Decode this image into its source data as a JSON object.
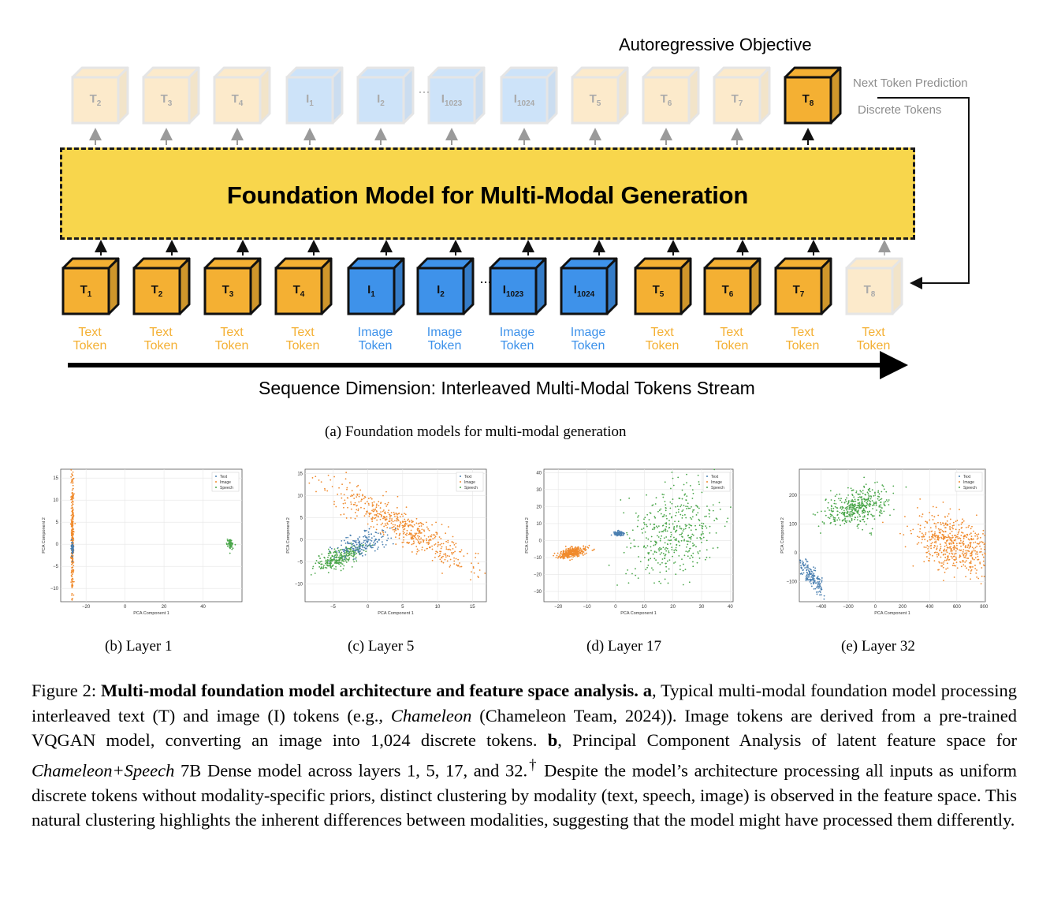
{
  "diagram": {
    "objective_title": "Autoregressive Objective",
    "next_token_label": "Next Token Prediction",
    "discrete_tokens_label": "Discrete Tokens",
    "foundation_model_label": "Foundation Model for Multi-Modal Generation",
    "sequence_label": "Sequence Dimension: Interleaved Multi-Modal Tokens Stream",
    "colors": {
      "text_token": "#f4b033",
      "image_token": "#3e92ea",
      "model": "#f8d64c"
    },
    "output_tokens": [
      {
        "base": "T",
        "sub": "2",
        "kind": "text",
        "faded": true
      },
      {
        "base": "T",
        "sub": "3",
        "kind": "text",
        "faded": true
      },
      {
        "base": "T",
        "sub": "4",
        "kind": "text",
        "faded": true
      },
      {
        "base": "I",
        "sub": "1",
        "kind": "image",
        "faded": true
      },
      {
        "base": "I",
        "sub": "2",
        "kind": "image",
        "faded": true
      },
      {
        "base": "I",
        "sub": "1023",
        "kind": "image",
        "faded": true
      },
      {
        "base": "I",
        "sub": "1024",
        "kind": "image",
        "faded": true
      },
      {
        "base": "T",
        "sub": "5",
        "kind": "text",
        "faded": true
      },
      {
        "base": "T",
        "sub": "6",
        "kind": "text",
        "faded": true
      },
      {
        "base": "T",
        "sub": "7",
        "kind": "text",
        "faded": true
      },
      {
        "base": "T",
        "sub": "8",
        "kind": "text",
        "faded": false
      }
    ],
    "input_tokens": [
      {
        "base": "T",
        "sub": "1",
        "kind": "text",
        "label": [
          "Text",
          "Token"
        ],
        "faded": false
      },
      {
        "base": "T",
        "sub": "2",
        "kind": "text",
        "label": [
          "Text",
          "Token"
        ],
        "faded": false
      },
      {
        "base": "T",
        "sub": "3",
        "kind": "text",
        "label": [
          "Text",
          "Token"
        ],
        "faded": false
      },
      {
        "base": "T",
        "sub": "4",
        "kind": "text",
        "label": [
          "Text",
          "Token"
        ],
        "faded": false
      },
      {
        "base": "I",
        "sub": "1",
        "kind": "image",
        "label": [
          "Image",
          "Token"
        ],
        "faded": false
      },
      {
        "base": "I",
        "sub": "2",
        "kind": "image",
        "label": [
          "Image",
          "Token"
        ],
        "faded": false
      },
      {
        "base": "I",
        "sub": "1023",
        "kind": "image",
        "label": [
          "Image",
          "Token"
        ],
        "faded": false
      },
      {
        "base": "I",
        "sub": "1024",
        "kind": "image",
        "label": [
          "Image",
          "Token"
        ],
        "faded": false
      },
      {
        "base": "T",
        "sub": "5",
        "kind": "text",
        "label": [
          "Text",
          "Token"
        ],
        "faded": false
      },
      {
        "base": "T",
        "sub": "6",
        "kind": "text",
        "label": [
          "Text",
          "Token"
        ],
        "faded": false
      },
      {
        "base": "T",
        "sub": "7",
        "kind": "text",
        "label": [
          "Text",
          "Token"
        ],
        "faded": false
      },
      {
        "base": "T",
        "sub": "8",
        "kind": "text",
        "label": [
          "Text",
          "Token"
        ],
        "faded": true
      }
    ]
  },
  "captions": {
    "a": "(a) Foundation models for multi-modal generation",
    "b": "(b) Layer 1",
    "c": "(c) Layer 5",
    "d": "(d) Layer 17",
    "e": "(e) Layer 32"
  },
  "chart_data": [
    {
      "type": "scatter",
      "title": "",
      "xlabel": "PCA Component 1",
      "ylabel": "PCA Component 2",
      "xlim": [
        -33,
        60
      ],
      "ylim": [
        -13,
        17
      ],
      "xticks": [
        -20,
        0,
        20,
        40
      ],
      "yticks": [
        -10,
        -5,
        0,
        5,
        10,
        15
      ],
      "legend": [
        "Text",
        "Image",
        "Speech"
      ],
      "legend_position": "top-right",
      "grid": true,
      "series": [
        {
          "name": "Text",
          "color": "#4a7fb0",
          "cluster": {
            "cx": -27,
            "cy": -1,
            "sx": 0.3,
            "sy": 0.9,
            "n": 60
          }
        },
        {
          "name": "Image",
          "color": "#f08a2c",
          "cluster": {
            "cx": -27,
            "cy": 2,
            "sx": 0.35,
            "sy": 7,
            "n": 320
          }
        },
        {
          "name": "Speech",
          "color": "#4aa64a",
          "cluster": {
            "cx": 54,
            "cy": 0,
            "sx": 0.8,
            "sy": 0.5,
            "n": 70
          }
        }
      ]
    },
    {
      "type": "scatter",
      "title": "",
      "xlabel": "PCA Component 1",
      "ylabel": "PCA Component 2",
      "xlim": [
        -9,
        17
      ],
      "ylim": [
        -14,
        16
      ],
      "xticks": [
        -5,
        0,
        5,
        10,
        15
      ],
      "yticks": [
        -10,
        -5,
        0,
        5,
        10,
        15
      ],
      "legend": [
        "Text",
        "Image",
        "Speech"
      ],
      "legend_position": "top-right",
      "grid": true,
      "series": [
        {
          "name": "Text",
          "color": "#4a7fb0",
          "cluster": {
            "cx": -1,
            "cy": -1,
            "sx": 2.2,
            "sy": 1.2,
            "angle": 30,
            "n": 180
          }
        },
        {
          "name": "Image",
          "color": "#f08a2c",
          "cluster": {
            "cx": 5,
            "cy": 3,
            "sx": 6.5,
            "sy": 1.6,
            "angle": -38,
            "n": 520
          }
        },
        {
          "name": "Speech",
          "color": "#4aa64a",
          "cluster": {
            "cx": -4,
            "cy": -4,
            "sx": 1.8,
            "sy": 0.9,
            "angle": 30,
            "n": 280
          }
        }
      ]
    },
    {
      "type": "scatter",
      "title": "",
      "xlabel": "PCA Component 1",
      "ylabel": "PCA Component 2",
      "xlim": [
        -25,
        41
      ],
      "ylim": [
        -36,
        42
      ],
      "xticks": [
        -20,
        -10,
        0,
        10,
        20,
        30,
        40
      ],
      "yticks": [
        -30,
        -20,
        -10,
        0,
        10,
        20,
        30,
        40
      ],
      "legend": [
        "Text",
        "Image",
        "Speech"
      ],
      "legend_position": "top-right",
      "grid": true,
      "series": [
        {
          "name": "Text",
          "color": "#4a7fb0",
          "cluster": {
            "cx": 1,
            "cy": 4,
            "sx": 0.9,
            "sy": 0.7,
            "n": 90
          }
        },
        {
          "name": "Image",
          "color": "#f08a2c",
          "cluster": {
            "cx": -15,
            "cy": -7,
            "sx": 2.6,
            "sy": 1.3,
            "angle": 20,
            "n": 320
          }
        },
        {
          "name": "Speech",
          "color": "#4aa64a",
          "cluster": {
            "cx": 20,
            "cy": 5,
            "sx": 7,
            "sy": 14,
            "angle": -18,
            "n": 420
          }
        }
      ]
    },
    {
      "type": "scatter",
      "title": "",
      "xlabel": "PCA Component 1",
      "ylabel": "PCA Component 2",
      "xlim": [
        -560,
        810
      ],
      "ylim": [
        -170,
        290
      ],
      "xticks": [
        -400,
        -200,
        0,
        200,
        400,
        600,
        800
      ],
      "yticks": [
        -100,
        0,
        100,
        200
      ],
      "legend": [
        "Text",
        "Image",
        "Speech"
      ],
      "legend_position": "top-right",
      "grid": true,
      "series": [
        {
          "name": "Text",
          "color": "#4a7fb0",
          "cluster": {
            "cx": -475,
            "cy": -80,
            "sx": 28,
            "sy": 38,
            "angle": 25,
            "n": 160
          }
        },
        {
          "name": "Image",
          "color": "#f08a2c",
          "cluster": {
            "cx": 560,
            "cy": 30,
            "sx": 170,
            "sy": 40,
            "angle": -48,
            "n": 520
          }
        },
        {
          "name": "Speech",
          "color": "#4aa64a",
          "cluster": {
            "cx": -140,
            "cy": 160,
            "sx": 120,
            "sy": 28,
            "angle": 40,
            "n": 420
          }
        }
      ]
    }
  ],
  "figure_caption": {
    "label": "Figure 2:",
    "bold": "Multi-modal foundation model architecture and feature space analysis.",
    "a_tag": "a",
    "a_text1": ", Typical multi-modal foundation model processing interleaved text (T) and image (I) tokens (e.g., ",
    "a_ital": "Chameleon",
    "a_text2": " (Chameleon Team, 2024)). Image tokens are derived from a pre-trained VQGAN model, converting an image into 1,024 discrete tokens. ",
    "b_tag": "b",
    "b_text1": ", Principal Component Analysis of latent feature space for ",
    "b_ital": "Chameleon+Speech",
    "b_text2": " 7B Dense model across layers 1, 5, 17, and 32.",
    "dagger": "†",
    "b_text3": " Despite the model’s architecture processing all inputs as uniform discrete tokens without modality-specific priors, distinct clustering by modality (text, speech, image) is observed in the feature space. This natural clustering highlights the inherent differences between modalities, suggesting that the model might have processed them differently."
  }
}
